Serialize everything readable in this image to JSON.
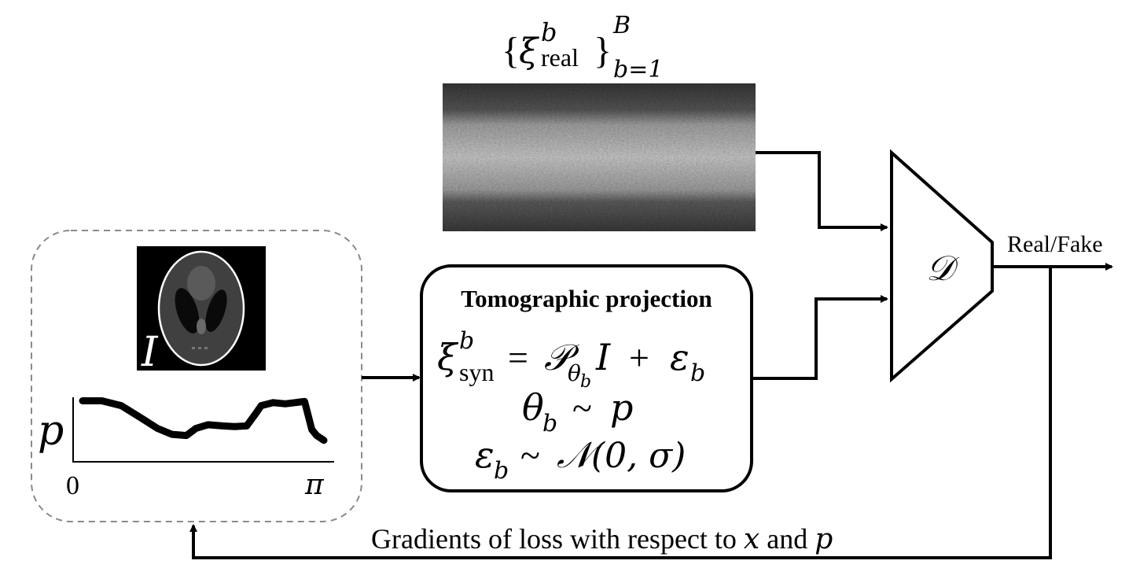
{
  "real_set": {
    "symbol": "ξ",
    "superscript": "b",
    "subscript": "real",
    "upper_limit": "B",
    "lower_limit": "b=1"
  },
  "left_panel": {
    "image_label": "I",
    "plot": {
      "y_label": "p",
      "x_start": "0",
      "x_end": "π",
      "curve_points": [
        [
          0.0,
          0.98
        ],
        [
          0.08,
          0.98
        ],
        [
          0.16,
          0.9
        ],
        [
          0.24,
          0.7
        ],
        [
          0.31,
          0.52
        ],
        [
          0.37,
          0.42
        ],
        [
          0.43,
          0.4
        ],
        [
          0.47,
          0.52
        ],
        [
          0.52,
          0.58
        ],
        [
          0.58,
          0.56
        ],
        [
          0.63,
          0.55
        ],
        [
          0.68,
          0.56
        ],
        [
          0.72,
          0.78
        ],
        [
          0.74,
          0.9
        ],
        [
          0.79,
          0.95
        ],
        [
          0.84,
          0.93
        ],
        [
          0.88,
          0.95
        ],
        [
          0.92,
          0.97
        ],
        [
          0.95,
          0.5
        ],
        [
          0.97,
          0.4
        ],
        [
          1.0,
          0.32
        ]
      ]
    }
  },
  "projection_box": {
    "title": "Tomographic projection",
    "eq1": {
      "lhs_symbol": "ξ",
      "lhs_sup": "b",
      "lhs_sub": "syn",
      "equals": "=",
      "operator": "𝒫",
      "op_sub": "θ",
      "op_sub_sub": "b",
      "image": "I",
      "plus": "+",
      "noise": "ε",
      "noise_sub": "b"
    },
    "eq2": {
      "var": "θ",
      "var_sub": "b",
      "sim": "~",
      "dist": "p"
    },
    "eq3": {
      "var": "ε",
      "var_sub": "b",
      "sim": "~",
      "dist": "𝒩",
      "args": "(0, σ)"
    }
  },
  "discriminator": {
    "label": "𝒟"
  },
  "output_label": "Real/Fake",
  "feedback": {
    "prefix": "Gradients of loss with respect to ",
    "var1": "x",
    "middle": " and ",
    "var2": "p"
  }
}
